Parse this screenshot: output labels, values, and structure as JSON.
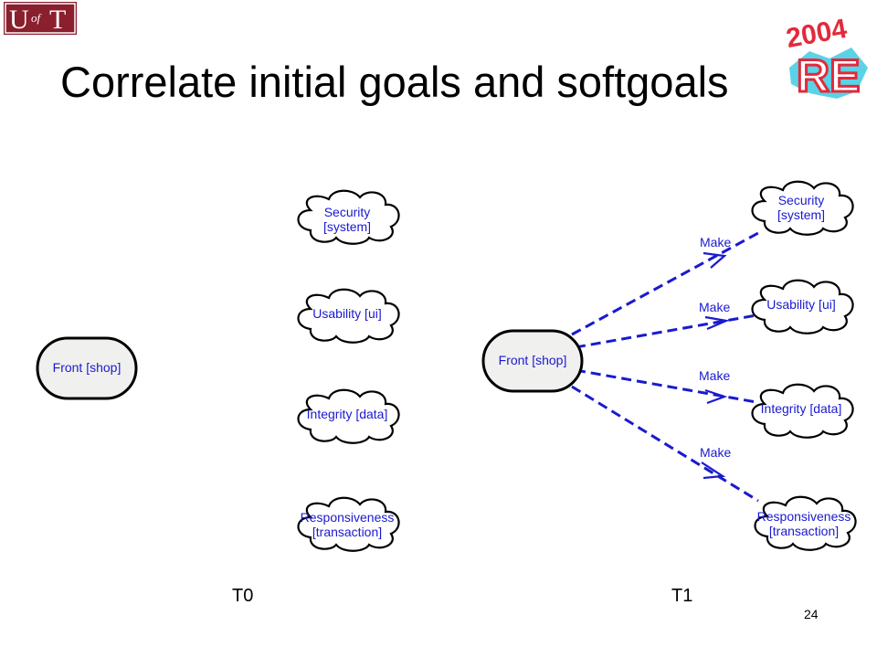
{
  "slide": {
    "title": "Correlate initial goals and softgoals",
    "page_number": "24"
  },
  "logos": {
    "uoft": {
      "text_u": "U",
      "text_of": "of",
      "text_t": "T"
    },
    "re_badge": {
      "year": "2004",
      "letters": "RE"
    }
  },
  "panels": [
    {
      "label": "T0"
    },
    {
      "label": "T1"
    }
  ],
  "goal": {
    "label": "Front [shop]"
  },
  "softgoals": [
    {
      "line1": "Security",
      "line2": "[system]"
    },
    {
      "line1": "Usability [ui]",
      "line2": ""
    },
    {
      "line1": "Integrity [data]",
      "line2": ""
    },
    {
      "line1": "Responsiveness",
      "line2": "[transaction]"
    }
  ],
  "contributions": [
    {
      "label": "Make",
      "target": 0
    },
    {
      "label": "Make",
      "target": 1
    },
    {
      "label": "Make",
      "target": 2
    },
    {
      "label": "Make",
      "target": 3
    }
  ],
  "colors": {
    "uoft_maroon": "#8a1f2e",
    "link_blue": "#1a1ad0",
    "goal_fill": "#f0f0ee",
    "re_red": "#e22a3c",
    "re_cyan": "#5ad3e6"
  }
}
